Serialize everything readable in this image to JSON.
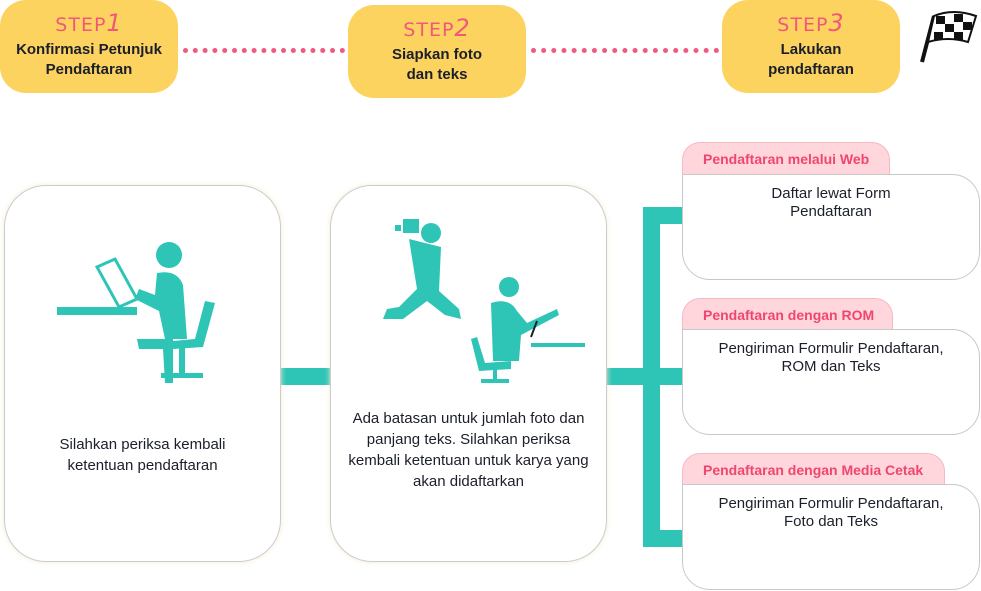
{
  "steps": [
    {
      "label": "STEP",
      "num": "1",
      "text": "Konfirmasi Petunjuk Pendaftaran"
    },
    {
      "label": "STEP",
      "num": "2",
      "text": "Siapkan foto dan teks"
    },
    {
      "label": "STEP",
      "num": "3",
      "text": "Lakukan pendaftaran"
    }
  ],
  "cards": [
    {
      "text": "Silahkan periksa kembali ketentuan pendaftaran"
    },
    {
      "text": "Ada batasan untuk jumlah foto dan panjang teks. Silahkan periksa kembali ketentuan untuk karya yang akan didaftarkan"
    }
  ],
  "methods": [
    {
      "title": "Pendaftaran melalui Web",
      "text": "Daftar lewat Form Pendaftaran"
    },
    {
      "title": "Pendaftaran dengan ROM",
      "text": "Pengiriman Formulir Pendaftaran, ROM dan Teks"
    },
    {
      "title": "Pendaftaran dengan Media Cetak",
      "text": "Pengiriman Formulir Pendaftaran, Foto dan Teks"
    }
  ],
  "colors": {
    "step": "#fdd35f",
    "accent": "#f05a7e",
    "teal": "#2ec4b6",
    "tab": "#ffd6dc"
  }
}
